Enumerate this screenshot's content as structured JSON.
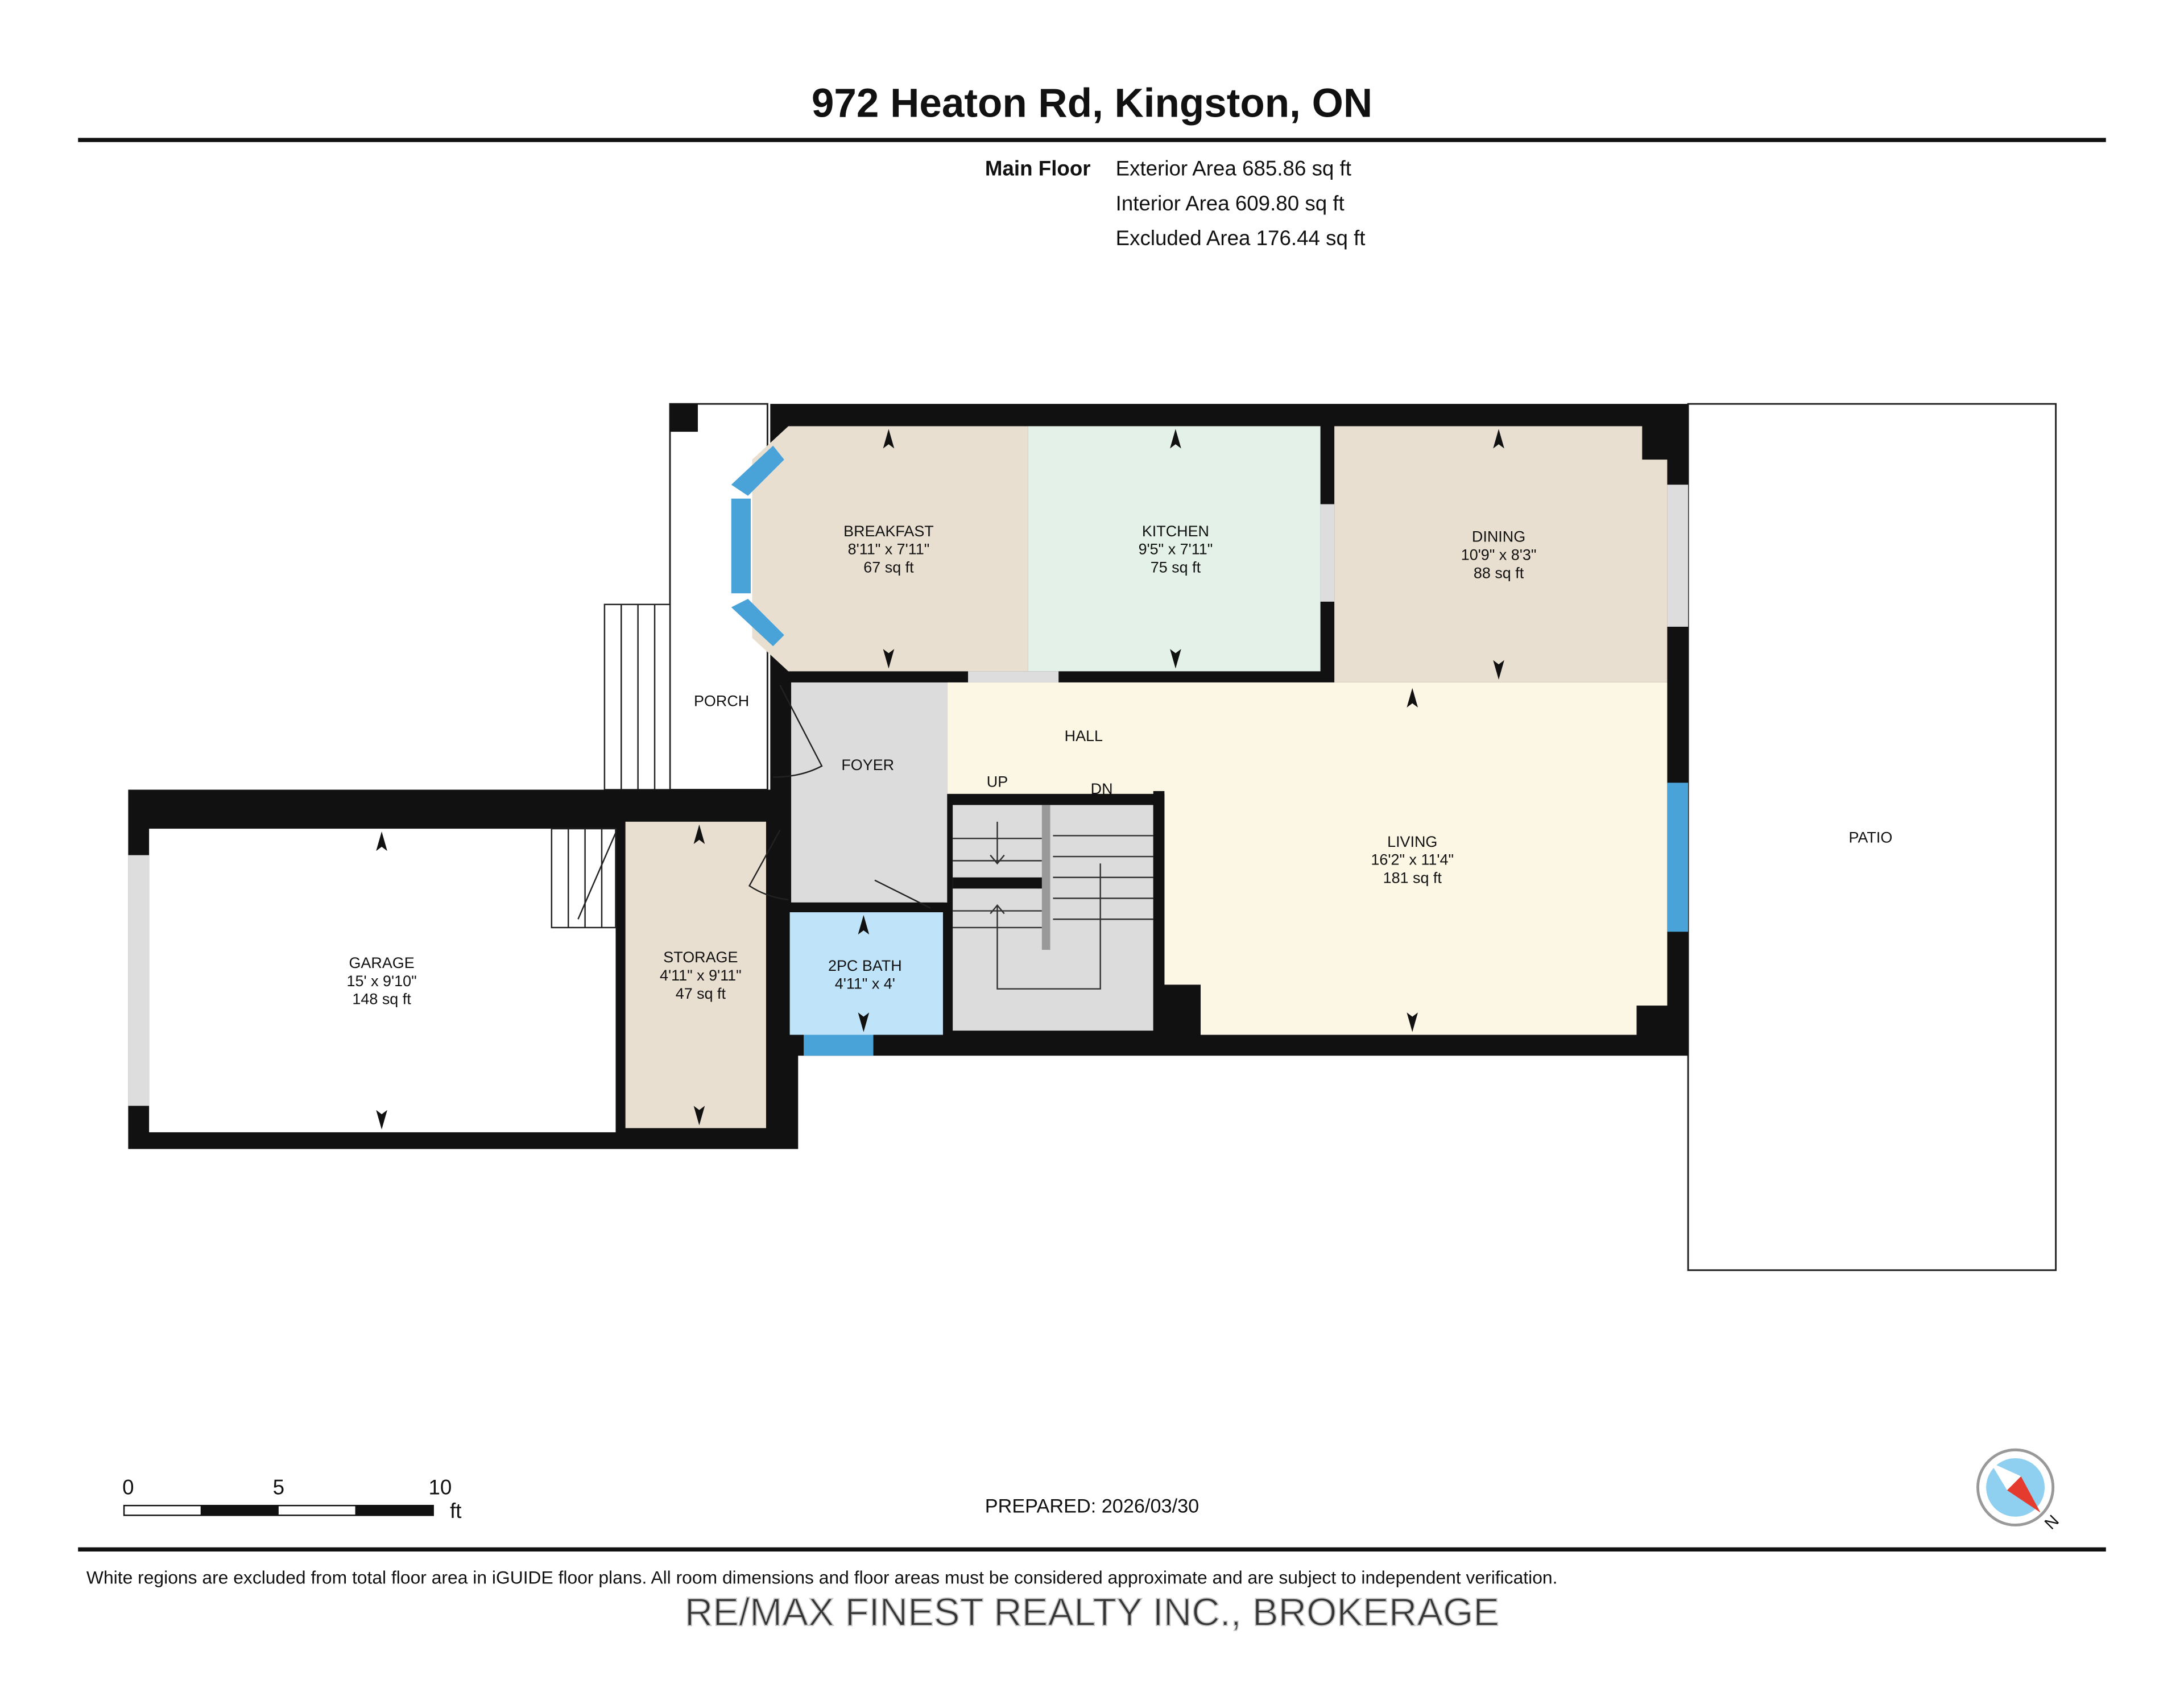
{
  "title": "972 Heaton Rd, Kingston, ON",
  "floor": {
    "name": "Main Floor",
    "exterior_area": "Exterior Area 685.86 sq ft",
    "interior_area": "Interior Area 609.80 sq ft",
    "excluded_area": "Excluded Area 176.44 sq ft"
  },
  "rooms": {
    "breakfast": {
      "name": "BREAKFAST",
      "dims": "8'11\" x 7'11\"",
      "area": "67 sq ft"
    },
    "kitchen": {
      "name": "KITCHEN",
      "dims": "9'5\" x 7'11\"",
      "area": "75 sq ft"
    },
    "dining": {
      "name": "DINING",
      "dims": "10'9\" x 8'3\"",
      "area": "88 sq ft"
    },
    "living": {
      "name": "LIVING",
      "dims": "16'2\" x 11'4\"",
      "area": "181 sq ft"
    },
    "garage": {
      "name": "GARAGE",
      "dims": "15' x 9'10\"",
      "area": "148 sq ft"
    },
    "storage": {
      "name": "STORAGE",
      "dims": "4'11\" x 9'11\"",
      "area": "47 sq ft"
    },
    "bath": {
      "name": "2PC BATH",
      "dims": "4'11\" x 4'"
    },
    "porch": {
      "name": "PORCH"
    },
    "foyer": {
      "name": "FOYER"
    },
    "hall": {
      "name": "HALL"
    },
    "patio": {
      "name": "PATIO"
    },
    "stairs_up": "UP",
    "stairs_down": "DN"
  },
  "scale": {
    "labels": [
      "0",
      "5",
      "10"
    ],
    "unit": "ft"
  },
  "prepared": "PREPARED: 2026/03/30",
  "compass": {
    "label": "N",
    "icon": "compass-icon"
  },
  "disclaimer": "White regions are excluded from total floor area in iGUIDE floor plans. All room dimensions and floor areas must be considered approximate and are subject to independent verification.",
  "watermark": "RE/MAX FINEST REALTY INC., BROKERAGE",
  "colors": {
    "wall": "#111111",
    "window": "#4aa3d8",
    "beige": "#e8dfd0",
    "kitchen": "#e4f1e8",
    "living": "#fcf7e4",
    "bath": "#bfe3f8",
    "foyer": "#dcdcdc"
  }
}
